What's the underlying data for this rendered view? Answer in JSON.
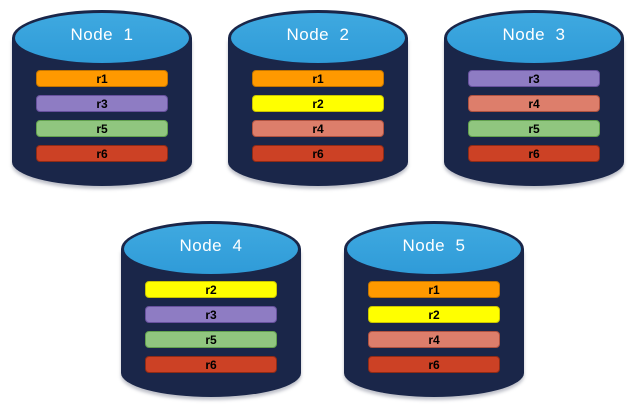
{
  "background": "#FFFFFF",
  "colors": {
    "cylinder_body": "#1A2649",
    "cylinder_top": "#2F9BD8",
    "cylinder_top_light": "#3FA9E0",
    "node_title_text": "#FFFFFF",
    "replica_label_text": "#000000"
  },
  "replica_colors": {
    "r1": {
      "fill": "#FF9900",
      "border": "#C27400"
    },
    "r2": {
      "fill": "#FFFF00",
      "border": "#C9C400"
    },
    "r3": {
      "fill": "#8E7CC3",
      "border": "#67519E"
    },
    "r4": {
      "fill": "#DD7E6B",
      "border": "#B05240"
    },
    "r5": {
      "fill": "#90C67F",
      "border": "#62A14E"
    },
    "r6": {
      "fill": "#CC4125",
      "border": "#8F2B16"
    }
  },
  "nodes": [
    {
      "label": "Node  1",
      "replicas": [
        "r1",
        "r3",
        "r5",
        "r6"
      ]
    },
    {
      "label": "Node  2",
      "replicas": [
        "r1",
        "r2",
        "r4",
        "r6"
      ]
    },
    {
      "label": "Node  3",
      "replicas": [
        "r3",
        "r4",
        "r5",
        "r6"
      ]
    },
    {
      "label": "Node  4",
      "replicas": [
        "r2",
        "r3",
        "r5",
        "r6"
      ]
    },
    {
      "label": "Node  5",
      "replicas": [
        "r1",
        "r2",
        "r4",
        "r6"
      ]
    }
  ]
}
